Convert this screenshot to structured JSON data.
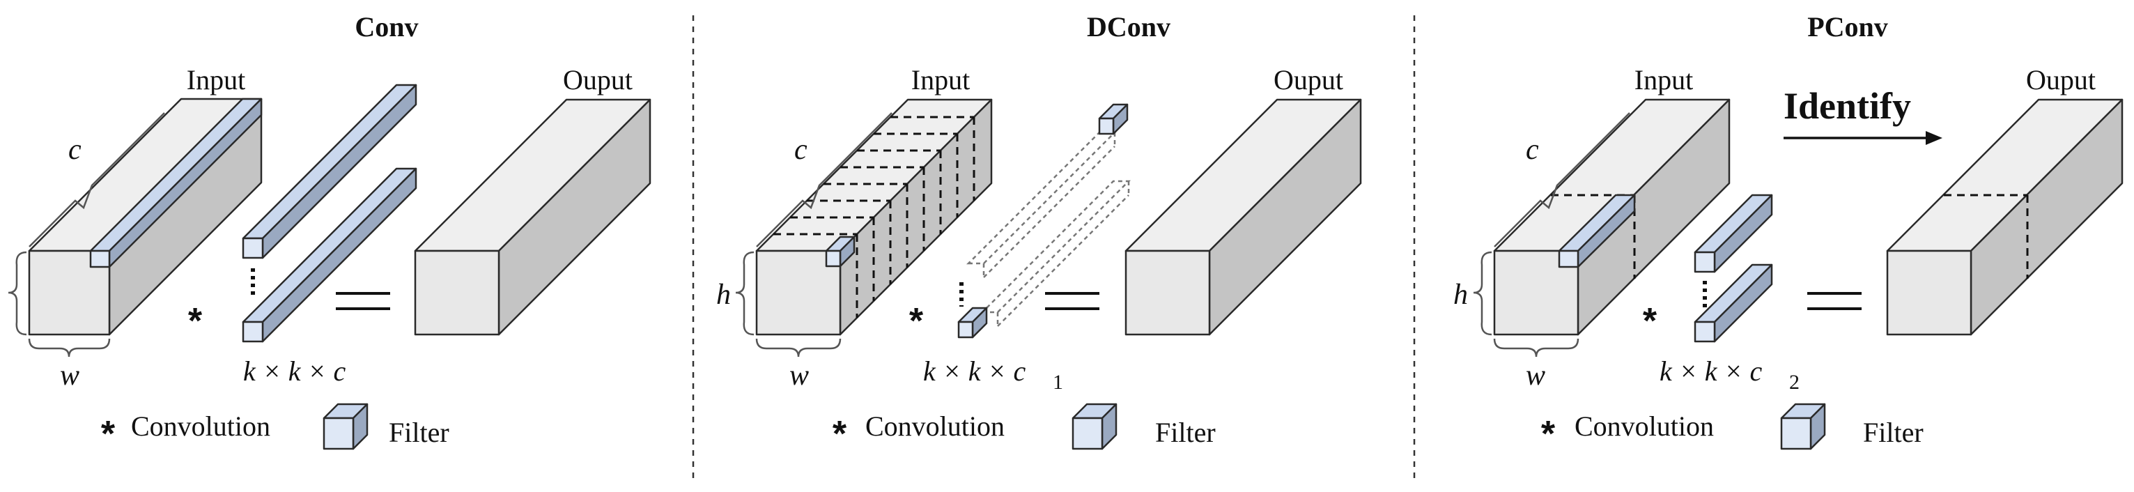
{
  "panels": [
    {
      "title": "Conv",
      "input_label": "Input",
      "output_label": "Ouput",
      "dim_c": "c",
      "dim_w": "w",
      "kernel_text": "k × k × c",
      "conv_legend": "Convolution",
      "filter_legend": "Filter"
    },
    {
      "title": "DConv",
      "input_label": "Input",
      "output_label": "Ouput",
      "dim_c": "c",
      "dim_h": "h",
      "dim_w": "w",
      "kernel_text": "k × k × c",
      "kernel_sub": "1",
      "conv_legend": "Convolution",
      "filter_legend": "Filter"
    },
    {
      "title": "PConv",
      "input_label": "Input",
      "output_label": "Ouput",
      "arrow_label": "Identify",
      "dim_c": "c",
      "dim_h": "h",
      "dim_w": "w",
      "kernel_text": "k × k × c",
      "kernel_sub": "2",
      "conv_legend": "Convolution",
      "filter_legend": "Filter"
    }
  ],
  "symbols": {
    "star": "*",
    "equals": "="
  },
  "colors": {
    "front_face": "#e8e8e8",
    "top_face": "#efefef",
    "side_face": "#c4c4c4",
    "filter_front": "#dfe8f6",
    "filter_top": "#cad8ee",
    "filter_side": "#9aa9c1",
    "stroke": "#2a2a2a"
  }
}
